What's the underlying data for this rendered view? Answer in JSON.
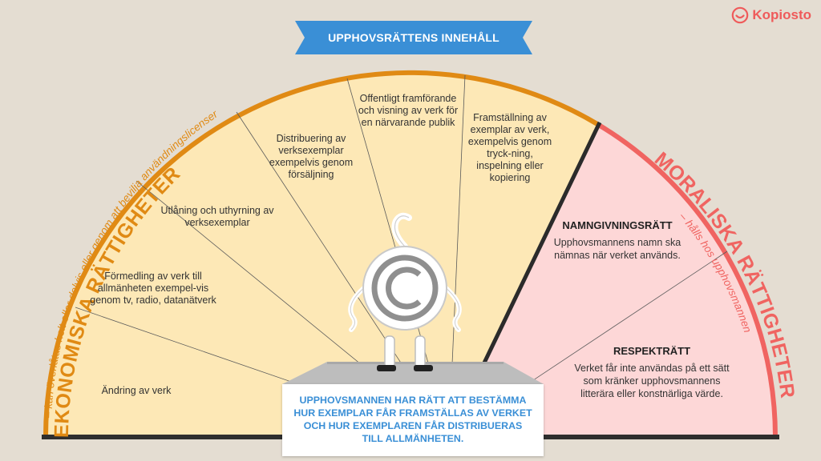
{
  "brand": {
    "name": "Kopiosto",
    "icon": "smiley-icon",
    "color": "#ef5a5a"
  },
  "banner": {
    "title": "UPPHOVSRÄTTENS INNEHÅLL",
    "color": "#3a8fd6"
  },
  "economic": {
    "title": "EKONOMISKA RÄTTIGHETER",
    "subtitle": "– kan överlåtas helt eller delvis eller genom att bevilja användningslicenser",
    "color": "#e08a14",
    "fill": "#fde8b6",
    "items": [
      "Ändring av verk",
      "Förmedling av verk till allmänheten exempel-vis genom tv, radio, datanätverk",
      "Utlåning och uthyrning av verksexemplar",
      "Distribuering av verksexemplar exempelvis genom försäljning",
      "Offentligt framförande och visning av verk för en närvarande publik",
      "Framställning av exemplar av verk, exempelvis genom tryck-ning, inspelning eller kopiering"
    ]
  },
  "moral": {
    "title": "MORALISKA RÄTTIGHETER",
    "subtitle": "– hålls hos upphovsmannen",
    "color": "#f06461",
    "fill": "#fdd7d7",
    "items": [
      {
        "heading": "NAMNGIVNINGSRÄTT",
        "text": "Upphovsmannens namn ska nämnas när verket används."
      },
      {
        "heading": "RESPEKTRÄTT",
        "text": "Verket får inte användas på ett sätt som kränker upphovsmannens litterära eller konstnärliga värde."
      }
    ]
  },
  "center": {
    "icon": "copyright-mascot-icon",
    "text": "UPPHOVSMANNEN HAR RÄTT ATT BESTÄMMA HUR EXEMPLAR FÅR FRAMSTÄLLAS AV VERKET OCH HUR EXEMPLAREN FÅR DISTRIBUERAS TILL ALLMÄNHETEN."
  }
}
